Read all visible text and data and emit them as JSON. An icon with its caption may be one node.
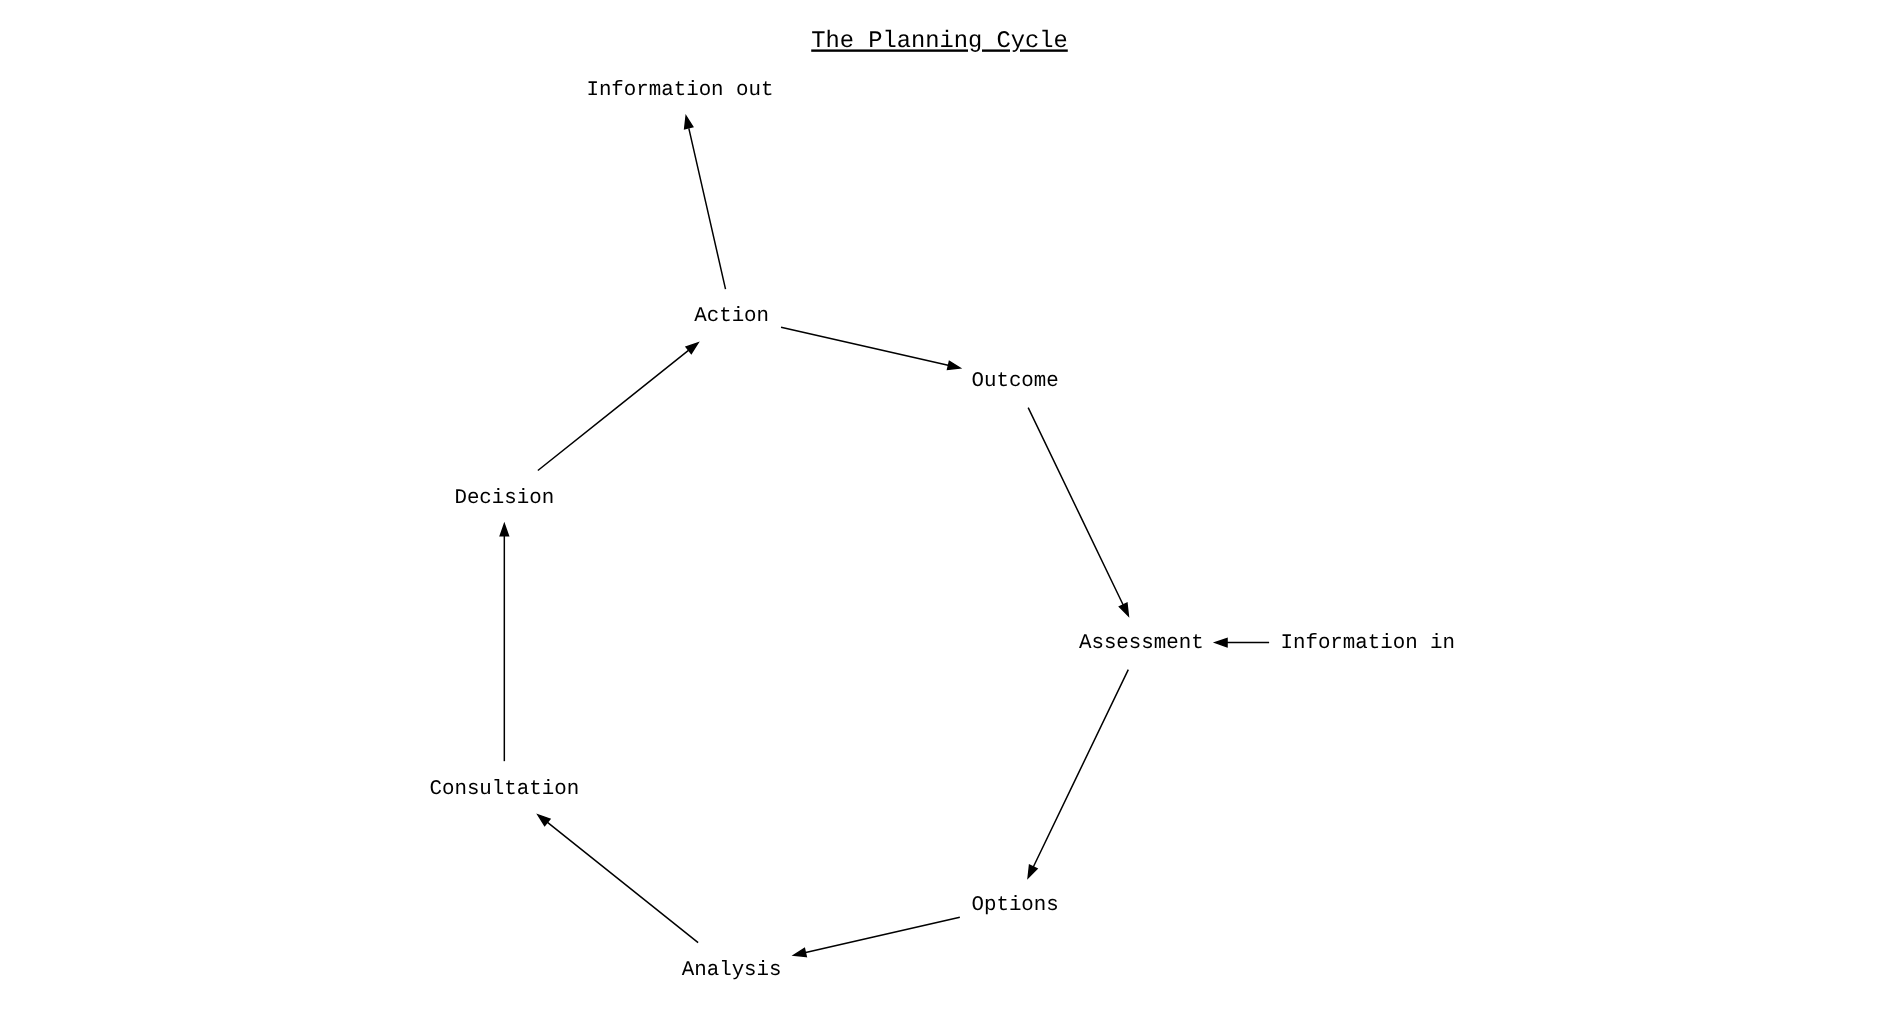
{
  "diagram": {
    "title": "The Planning Cycle",
    "nodes": [
      {
        "text": [
          "Action"
        ]
      },
      {
        "text": [
          "Outcome"
        ]
      },
      {
        "text": [
          "Assessment"
        ]
      },
      {
        "text": [
          "Options"
        ]
      },
      {
        "text": [
          "Analysis"
        ]
      },
      {
        "text": [
          "Consultation"
        ]
      },
      {
        "text": [
          "Decision"
        ]
      },
      {
        "text": [
          "Information out"
        ]
      },
      {
        "text": [
          "Information in"
        ]
      }
    ],
    "edges": [
      {
        "from": 0,
        "to": 1,
        "arrow": "to"
      },
      {
        "from": 1,
        "to": 2,
        "arrow": "to"
      },
      {
        "from": 2,
        "to": 3,
        "arrow": "to"
      },
      {
        "from": 3,
        "to": 4,
        "arrow": "to"
      },
      {
        "from": 4,
        "to": 5,
        "arrow": "to"
      },
      {
        "from": 5,
        "to": 6,
        "arrow": "to"
      },
      {
        "from": 6,
        "to": 0,
        "arrow": "to"
      },
      {
        "from": 0,
        "to": 7,
        "arrow": "to"
      },
      {
        "from": 8,
        "to": 2,
        "arrow": "to"
      }
    ]
  }
}
